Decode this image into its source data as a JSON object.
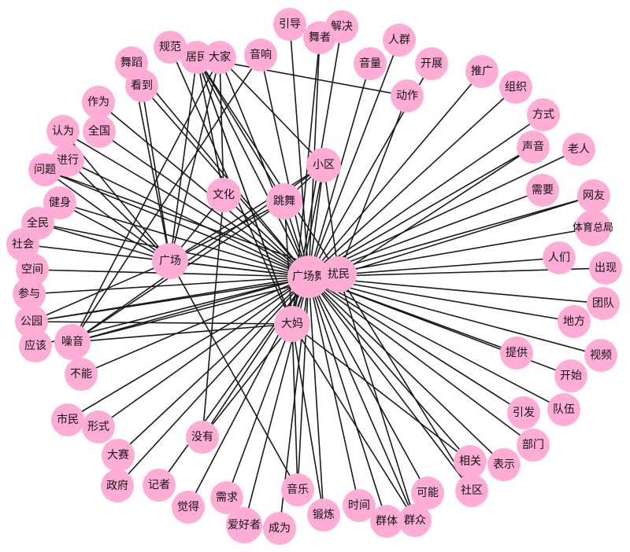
{
  "diagram": {
    "node_color": "#ffacd6",
    "edge_color": "#1a1a1a",
    "nodes": [
      {
        "id": "广场舞",
        "label": "广场舞"
      },
      {
        "id": "扰民",
        "label": "扰民"
      },
      {
        "id": "大妈",
        "label": "大妈"
      },
      {
        "id": "广场",
        "label": "广场"
      },
      {
        "id": "跳舞",
        "label": "跳舞"
      },
      {
        "id": "文化",
        "label": "文化"
      },
      {
        "id": "小区",
        "label": "小区"
      },
      {
        "id": "噪音",
        "label": "噪音"
      },
      {
        "id": "引导",
        "label": "引导"
      },
      {
        "id": "解决",
        "label": "解决"
      },
      {
        "id": "舞者",
        "label": "舞者"
      },
      {
        "id": "人群",
        "label": "人群"
      },
      {
        "id": "规范",
        "label": "规范"
      },
      {
        "id": "居民",
        "label": "居民"
      },
      {
        "id": "大家",
        "label": "大家"
      },
      {
        "id": "音响",
        "label": "音响"
      },
      {
        "id": "音量",
        "label": "音量"
      },
      {
        "id": "开展",
        "label": "开展"
      },
      {
        "id": "推广",
        "label": "推广"
      },
      {
        "id": "舞蹈",
        "label": "舞蹈"
      },
      {
        "id": "看到",
        "label": "看到"
      },
      {
        "id": "动作",
        "label": "动作"
      },
      {
        "id": "组织",
        "label": "组织"
      },
      {
        "id": "作为",
        "label": "作为"
      },
      {
        "id": "方式",
        "label": "方式"
      },
      {
        "id": "认为",
        "label": "认为"
      },
      {
        "id": "全国",
        "label": "全国"
      },
      {
        "id": "声音",
        "label": "声音"
      },
      {
        "id": "老人",
        "label": "老人"
      },
      {
        "id": "进行",
        "label": "进行"
      },
      {
        "id": "问题",
        "label": "问题"
      },
      {
        "id": "需要",
        "label": "需要"
      },
      {
        "id": "网友",
        "label": "网友"
      },
      {
        "id": "健身",
        "label": "健身"
      },
      {
        "id": "全民",
        "label": "全民"
      },
      {
        "id": "体育总局",
        "label": "体育总局"
      },
      {
        "id": "社会",
        "label": "社会"
      },
      {
        "id": "人们",
        "label": "人们"
      },
      {
        "id": "空间",
        "label": "空间"
      },
      {
        "id": "出现",
        "label": "出现"
      },
      {
        "id": "参与",
        "label": "参与"
      },
      {
        "id": "团队",
        "label": "团队"
      },
      {
        "id": "公园",
        "label": "公园"
      },
      {
        "id": "地方",
        "label": "地方"
      },
      {
        "id": "应该",
        "label": "应该"
      },
      {
        "id": "视频",
        "label": "视频"
      },
      {
        "id": "提供",
        "label": "提供"
      },
      {
        "id": "不能",
        "label": "不能"
      },
      {
        "id": "开始",
        "label": "开始"
      },
      {
        "id": "引发",
        "label": "引发"
      },
      {
        "id": "队伍",
        "label": "队伍"
      },
      {
        "id": "市民",
        "label": "市民"
      },
      {
        "id": "形式",
        "label": "形式"
      },
      {
        "id": "部门",
        "label": "部门"
      },
      {
        "id": "没有",
        "label": "没有"
      },
      {
        "id": "大赛",
        "label": "大赛"
      },
      {
        "id": "相关",
        "label": "相关"
      },
      {
        "id": "表示",
        "label": "表示"
      },
      {
        "id": "政府",
        "label": "政府"
      },
      {
        "id": "记者",
        "label": "记者"
      },
      {
        "id": "音乐",
        "label": "音乐"
      },
      {
        "id": "可能",
        "label": "可能"
      },
      {
        "id": "社区",
        "label": "社区"
      },
      {
        "id": "需求",
        "label": "需求"
      },
      {
        "id": "觉得",
        "label": "觉得"
      },
      {
        "id": "时间",
        "label": "时间"
      },
      {
        "id": "锻炼",
        "label": "锻炼"
      },
      {
        "id": "群体",
        "label": "群体"
      },
      {
        "id": "群众",
        "label": "群众"
      },
      {
        "id": "爱好者",
        "label": "爱好者"
      },
      {
        "id": "成为",
        "label": "成为"
      }
    ],
    "edges": [
      [
        "广场舞",
        "扰民"
      ],
      [
        "广场舞",
        "大妈"
      ],
      [
        "广场舞",
        "广场"
      ],
      [
        "广场舞",
        "跳舞"
      ],
      [
        "广场舞",
        "文化"
      ],
      [
        "广场舞",
        "小区"
      ],
      [
        "广场舞",
        "噪音"
      ],
      [
        "广场舞",
        "引导"
      ],
      [
        "广场舞",
        "舞者"
      ],
      [
        "广场舞",
        "人群"
      ],
      [
        "广场舞",
        "居民"
      ],
      [
        "广场舞",
        "大家"
      ],
      [
        "广场舞",
        "音响"
      ],
      [
        "广场舞",
        "音量"
      ],
      [
        "广场舞",
        "开展"
      ],
      [
        "广场舞",
        "推广"
      ],
      [
        "广场舞",
        "舞蹈"
      ],
      [
        "广场舞",
        "看到"
      ],
      [
        "广场舞",
        "组织"
      ],
      [
        "广场舞",
        "作为"
      ],
      [
        "广场舞",
        "方式"
      ],
      [
        "广场舞",
        "认为"
      ],
      [
        "广场舞",
        "全国"
      ],
      [
        "广场舞",
        "声音"
      ],
      [
        "广场舞",
        "老人"
      ],
      [
        "广场舞",
        "进行"
      ],
      [
        "广场舞",
        "问题"
      ],
      [
        "广场舞",
        "需要"
      ],
      [
        "广场舞",
        "网友"
      ],
      [
        "广场舞",
        "健身"
      ],
      [
        "广场舞",
        "全民"
      ],
      [
        "广场舞",
        "体育总局"
      ],
      [
        "广场舞",
        "社会"
      ],
      [
        "广场舞",
        "人们"
      ],
      [
        "广场舞",
        "空间"
      ],
      [
        "广场舞",
        "出现"
      ],
      [
        "广场舞",
        "参与"
      ],
      [
        "广场舞",
        "团队"
      ],
      [
        "广场舞",
        "公园"
      ],
      [
        "广场舞",
        "地方"
      ],
      [
        "广场舞",
        "应该"
      ],
      [
        "广场舞",
        "视频"
      ],
      [
        "广场舞",
        "提供"
      ],
      [
        "广场舞",
        "不能"
      ],
      [
        "广场舞",
        "开始"
      ],
      [
        "广场舞",
        "引发"
      ],
      [
        "广场舞",
        "队伍"
      ],
      [
        "广场舞",
        "市民"
      ],
      [
        "广场舞",
        "形式"
      ],
      [
        "广场舞",
        "部门"
      ],
      [
        "广场舞",
        "没有"
      ],
      [
        "广场舞",
        "大赛"
      ],
      [
        "广场舞",
        "相关"
      ],
      [
        "广场舞",
        "表示"
      ],
      [
        "广场舞",
        "政府"
      ],
      [
        "广场舞",
        "记者"
      ],
      [
        "广场舞",
        "音乐"
      ],
      [
        "广场舞",
        "可能"
      ],
      [
        "广场舞",
        "社区"
      ],
      [
        "广场舞",
        "需求"
      ],
      [
        "广场舞",
        "觉得"
      ],
      [
        "广场舞",
        "时间"
      ],
      [
        "广场舞",
        "锻炼"
      ],
      [
        "广场舞",
        "群体"
      ],
      [
        "广场舞",
        "群众"
      ],
      [
        "广场舞",
        "爱好者"
      ],
      [
        "广场舞",
        "成为"
      ],
      [
        "大妈",
        "跳舞"
      ],
      [
        "大妈",
        "小区"
      ],
      [
        "大妈",
        "噪音"
      ],
      [
        "大妈",
        "解决"
      ],
      [
        "大妈",
        "规范"
      ],
      [
        "大妈",
        "音乐"
      ],
      [
        "大妈",
        "没有"
      ],
      [
        "大妈",
        "公园"
      ],
      [
        "大妈",
        "群众"
      ],
      [
        "大妈",
        "相关"
      ],
      [
        "大妈",
        "锻炼"
      ],
      [
        "大妈",
        "舞者"
      ],
      [
        "大妈",
        "居民"
      ],
      [
        "扰民",
        "小区"
      ],
      [
        "扰民",
        "噪音"
      ],
      [
        "扰民",
        "居民"
      ],
      [
        "扰民",
        "问题"
      ],
      [
        "扰民",
        "网友"
      ],
      [
        "扰民",
        "声音"
      ],
      [
        "扰民",
        "群众"
      ],
      [
        "扰民",
        "社区"
      ],
      [
        "扰民",
        "动作"
      ],
      [
        "扰民",
        "公园"
      ],
      [
        "广场",
        "跳舞"
      ],
      [
        "广场",
        "小区"
      ],
      [
        "广场",
        "文化"
      ],
      [
        "广场",
        "舞蹈"
      ],
      [
        "广场",
        "居民"
      ],
      [
        "广场",
        "大家"
      ],
      [
        "广场",
        "健身"
      ],
      [
        "广场",
        "全民"
      ],
      [
        "广场",
        "进行"
      ],
      [
        "广场",
        "音乐"
      ],
      [
        "广场",
        "公园"
      ],
      [
        "广场",
        "问题"
      ],
      [
        "广场",
        "认为"
      ],
      [
        "广场",
        "看到"
      ],
      [
        "跳舞",
        "小区"
      ],
      [
        "跳舞",
        "居民"
      ],
      [
        "跳舞",
        "噪音"
      ],
      [
        "文化",
        "居民"
      ],
      [
        "文化",
        "没有"
      ],
      [
        "噪音",
        "大家"
      ],
      [
        "噪音",
        "小区"
      ],
      [
        "噪音",
        "音响"
      ],
      [
        "居民",
        "动作"
      ],
      [
        "居民",
        "大妈"
      ],
      [
        "大家",
        "文化"
      ],
      [
        "大家",
        "小区"
      ]
    ]
  }
}
